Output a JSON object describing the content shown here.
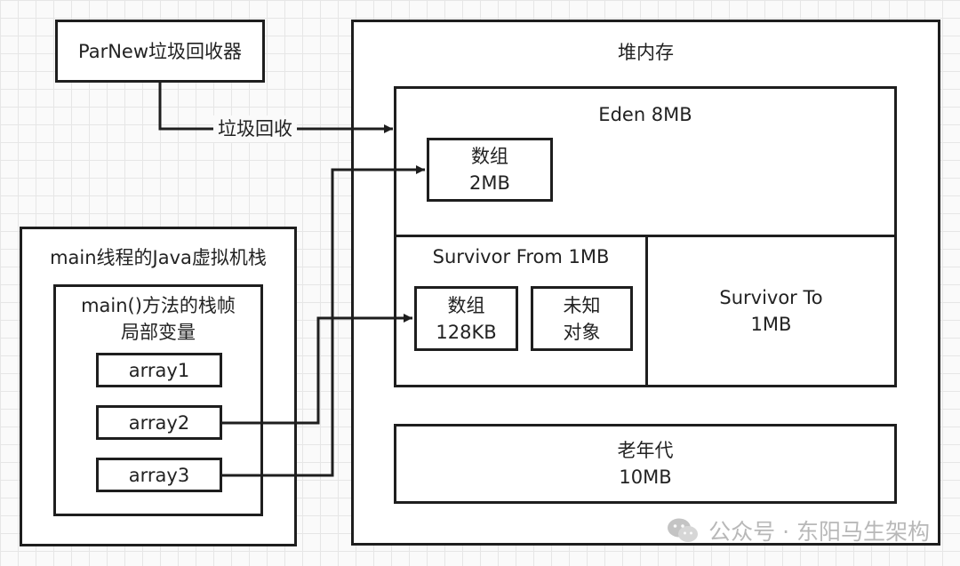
{
  "parnew": {
    "label": "ParNew垃圾回收器"
  },
  "gc_arrow": {
    "label": "垃圾回收"
  },
  "heap": {
    "title": "堆内存",
    "eden": {
      "title": "Eden 8MB",
      "array_obj": {
        "line1": "数组",
        "line2": "2MB"
      }
    },
    "survivor_from": {
      "title": "Survivor From 1MB",
      "array_obj": {
        "line1": "数组",
        "line2": "128KB"
      },
      "unknown_obj": {
        "line1": "未知",
        "line2": "对象"
      }
    },
    "survivor_to": {
      "line1": "Survivor To",
      "line2": "1MB"
    },
    "old_gen": {
      "line1": "老年代",
      "line2": "10MB"
    }
  },
  "stack": {
    "title": "main线程的Java虚拟机栈",
    "frame": {
      "title_line1": "main()方法的栈帧",
      "title_line2": "局部变量",
      "vars": [
        "array1",
        "array2",
        "array3"
      ]
    }
  },
  "watermark": {
    "text": "公众号 · 东阳马生架构",
    "icon": "wechat-icon"
  }
}
